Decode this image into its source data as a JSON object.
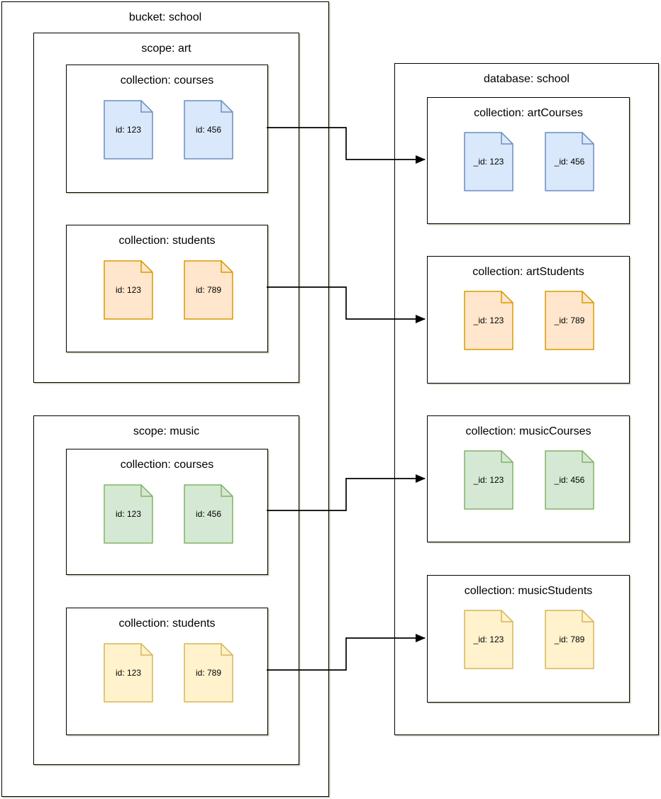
{
  "diagram": {
    "bucket": {
      "title": "bucket: school",
      "scopes": [
        {
          "title": "scope: art",
          "collections": [
            {
              "title": "collection: courses",
              "docs": [
                {
                  "label": "id: 123",
                  "color": "blue"
                },
                {
                  "label": "id: 456",
                  "color": "blue"
                }
              ]
            },
            {
              "title": "collection: students",
              "docs": [
                {
                  "label": "id: 123",
                  "color": "orange"
                },
                {
                  "label": "id: 789",
                  "color": "orange"
                }
              ]
            }
          ]
        },
        {
          "title": "scope: music",
          "collections": [
            {
              "title": "collection: courses",
              "docs": [
                {
                  "label": "id: 123",
                  "color": "green"
                },
                {
                  "label": "id: 456",
                  "color": "green"
                }
              ]
            },
            {
              "title": "collection: students",
              "docs": [
                {
                  "label": "id: 123",
                  "color": "yellow"
                },
                {
                  "label": "id: 789",
                  "color": "yellow"
                }
              ]
            }
          ]
        }
      ]
    },
    "database": {
      "title": "database: school",
      "collections": [
        {
          "title": "collection: artCourses",
          "docs": [
            {
              "label": "_id: 123",
              "color": "blue"
            },
            {
              "label": "_id: 456",
              "color": "blue"
            }
          ]
        },
        {
          "title": "collection: artStudents",
          "docs": [
            {
              "label": "_id: 123",
              "color": "orange"
            },
            {
              "label": "_id: 789",
              "color": "orange"
            }
          ]
        },
        {
          "title": "collection: musicCourses",
          "docs": [
            {
              "label": "_id: 123",
              "color": "green"
            },
            {
              "label": "_id: 456",
              "color": "green"
            }
          ]
        },
        {
          "title": "collection: musicStudents",
          "docs": [
            {
              "label": "_id: 123",
              "color": "yellow"
            },
            {
              "label": "_id: 789",
              "color": "yellow"
            }
          ]
        }
      ]
    },
    "mappings": [
      {
        "from": "scope: art / collection: courses",
        "to": "collection: artCourses"
      },
      {
        "from": "scope: art / collection: students",
        "to": "collection: artStudents"
      },
      {
        "from": "scope: music / collection: courses",
        "to": "collection: musicCourses"
      },
      {
        "from": "scope: music / collection: students",
        "to": "collection: musicStudents"
      }
    ],
    "colors": {
      "line": "#000000",
      "blue": {
        "fill": "#dae8fc",
        "stroke": "#6c8ebf"
      },
      "orange": {
        "fill": "#ffe6cc",
        "stroke": "#d79b00"
      },
      "green": {
        "fill": "#d5e8d4",
        "stroke": "#82b366"
      },
      "yellow": {
        "fill": "#fff2cc",
        "stroke": "#d6b656"
      }
    }
  }
}
